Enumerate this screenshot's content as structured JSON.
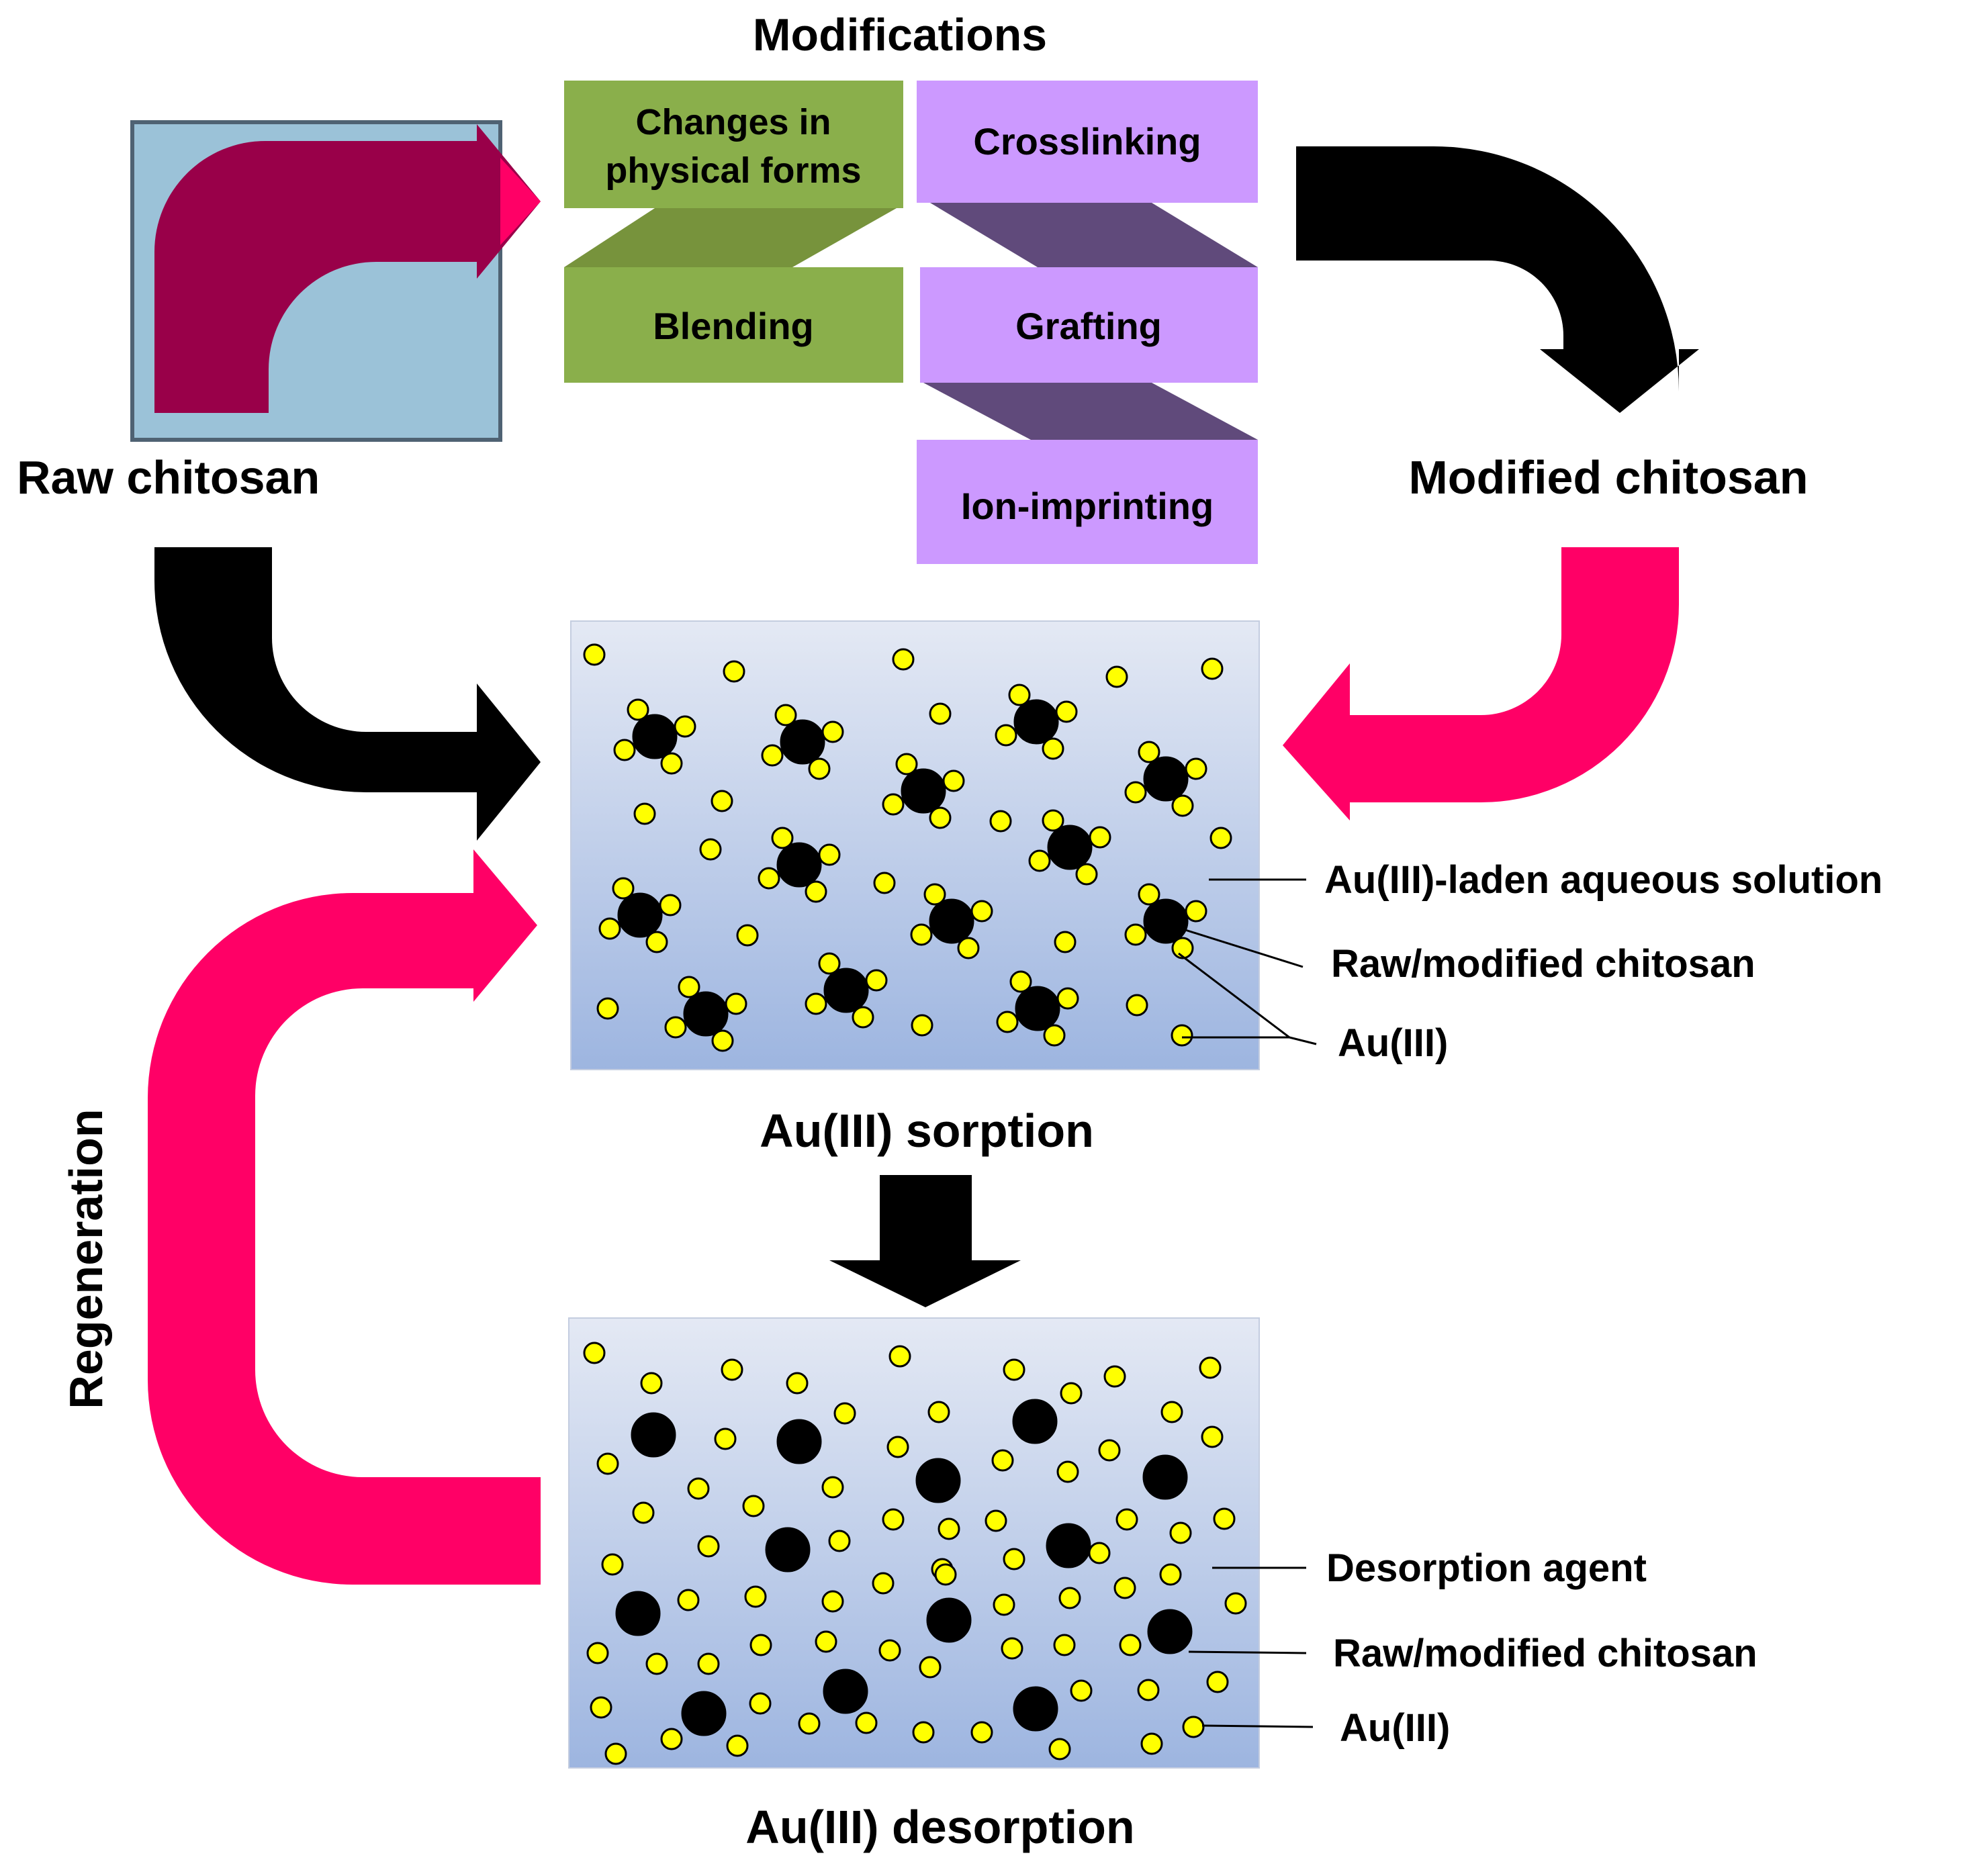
{
  "title": "Modifications",
  "labels": {
    "raw": "Raw chitosan",
    "modified": "Modified chitosan",
    "sorption": "Au(III) sorption",
    "desorption": "Au(III) desorption",
    "regeneration": "Regeneration"
  },
  "modifications": {
    "physical": [
      "Changes in",
      "physical forms"
    ],
    "blending": "Blending",
    "crosslinking": "Crosslinking",
    "grafting": "Grafting",
    "ion_imprinting": "Ion-imprinting"
  },
  "sorption_legend": {
    "solution": "Au(III)-laden aqueous solution",
    "chitosan": "Raw/modified chitosan",
    "gold": "Au(III)"
  },
  "desorption_legend": {
    "agent": "Desorption agent",
    "chitosan": "Raw/modified chitosan",
    "gold": "Au(III)"
  },
  "colors": {
    "green": "#8aaf4b",
    "green_dark": "#77933c",
    "purple": "#cc99ff",
    "purple_dark": "#604a7b",
    "magenta": "#ff0066",
    "maroon": "#990049",
    "raw_box": "#9bc2d8",
    "raw_box_border": "#4f6273",
    "ion": "#ffff00",
    "chitosan": "#000000",
    "solution_top": "#e4e9f4",
    "solution_bottom": "#9db5e0"
  }
}
